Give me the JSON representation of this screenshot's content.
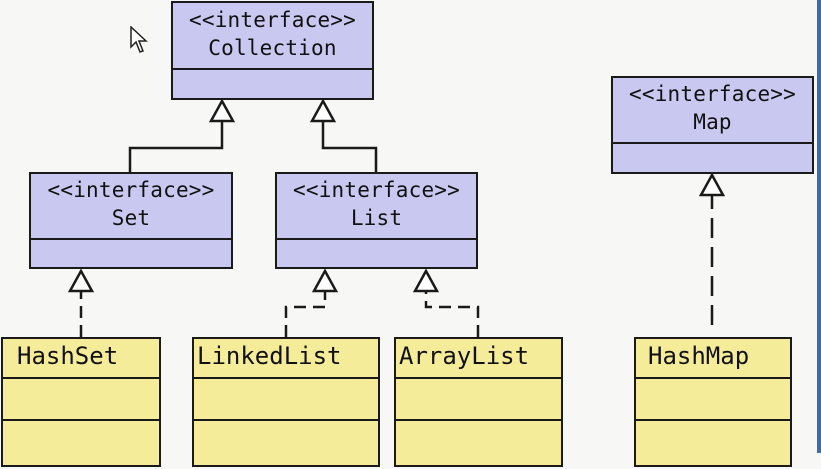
{
  "interfaces": [
    {
      "id": "collection",
      "stereotype": "<<interface>>",
      "name": "Collection"
    },
    {
      "id": "set",
      "stereotype": "<<interface>>",
      "name": "Set"
    },
    {
      "id": "list",
      "stereotype": "<<interface>>",
      "name": "List"
    },
    {
      "id": "map",
      "stereotype": "<<interface>>",
      "name": "Map"
    }
  ],
  "classes": [
    {
      "id": "hashset",
      "name": "HashSet"
    },
    {
      "id": "linkedlist",
      "name": "LinkedList"
    },
    {
      "id": "arraylist",
      "name": "ArrayList"
    },
    {
      "id": "hashmap",
      "name": "HashMap"
    }
  ],
  "relations": [
    {
      "from": "Set",
      "to": "Collection",
      "type": "generalization",
      "style": "solid"
    },
    {
      "from": "List",
      "to": "Collection",
      "type": "generalization",
      "style": "solid"
    },
    {
      "from": "HashSet",
      "to": "Set",
      "type": "realization",
      "style": "dashed"
    },
    {
      "from": "LinkedList",
      "to": "List",
      "type": "realization",
      "style": "dashed"
    },
    {
      "from": "ArrayList",
      "to": "List",
      "type": "realization",
      "style": "dashed"
    },
    {
      "from": "HashMap",
      "to": "Map",
      "type": "realization",
      "style": "dashed"
    }
  ],
  "colors": {
    "interface_fill": "#c8c8f0",
    "class_fill": "#f5ec9a",
    "line": "#1a1a1a",
    "background": "#f7f7f5"
  }
}
